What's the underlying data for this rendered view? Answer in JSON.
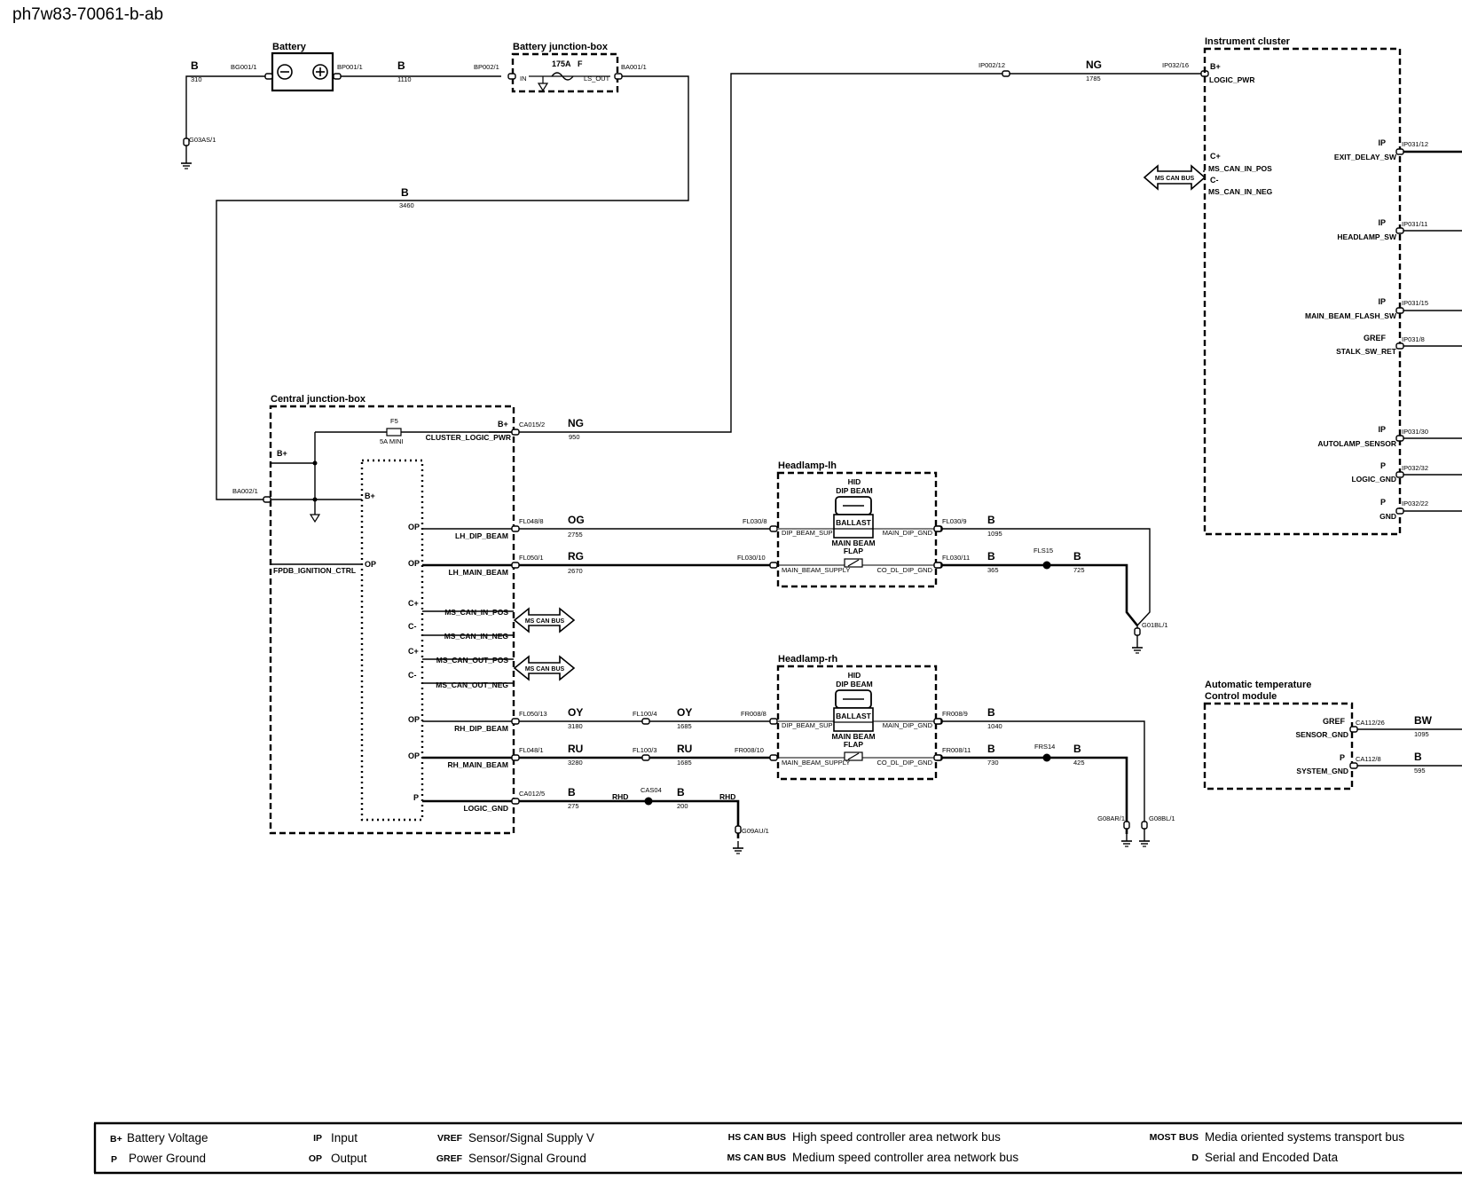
{
  "diagram_id": "ph7w83-70061-b-ab",
  "components": {
    "battery": "Battery",
    "battery_jb": "Battery junction-box",
    "cjb": "Central junction-box",
    "cluster": "Instrument cluster",
    "headlamp_lh": "Headlamp-lh",
    "headlamp_rh": "Headlamp-rh",
    "atc_line1": "Automatic temperature",
    "atc_line2": "Control module"
  },
  "battery_section": {
    "conn_left": "BG001/1",
    "conn_right": "BP001/1",
    "wire1_color": "B",
    "wire1_num": "310",
    "wire2_color": "B",
    "wire2_num": "1110",
    "ground": "G03AS/1",
    "bjb_in_conn": "BP002/1",
    "bjb_in_label": "IN",
    "fuse_rating": "175A",
    "fuse_tag": "F",
    "bjb_out_label": "LS_OUT",
    "bjb_out_conn": "BA001/1",
    "wire3_color": "B",
    "wire3_num": "3460"
  },
  "cluster_section": {
    "feed_conn": "IP002/12",
    "feed_color": "NG",
    "feed_num": "1785",
    "pwr_conn": "IP032/16",
    "pwr_type": "B+",
    "pwr_label": "LOGIC_PWR",
    "can_pos_type": "C+",
    "can_pos": "MS_CAN_IN_POS",
    "can_neg_type": "C-",
    "can_neg": "MS_CAN_IN_NEG",
    "can_bus": "MS CAN BUS",
    "pins": [
      {
        "type": "IP",
        "conn": "IP031/12",
        "label": "EXIT_DELAY_SW"
      },
      {
        "type": "IP",
        "conn": "IP031/11",
        "label": "HEADLAMP_SW"
      },
      {
        "type": "IP",
        "conn": "IP031/15",
        "label": "MAIN_BEAM_FLASH_SW"
      },
      {
        "type": "GREF",
        "conn": "IP031/8",
        "label": "STALK_SW_RET"
      },
      {
        "type": "IP",
        "conn": "IP031/30",
        "label": "AUTOLAMP_SENSOR"
      },
      {
        "type": "P",
        "conn": "IP032/32",
        "label": "LOGIC_GND"
      },
      {
        "type": "P",
        "conn": "IP032/22",
        "label": "GND"
      }
    ]
  },
  "cjb_section": {
    "fuse_id": "F5",
    "fuse_rating": "5A MINI",
    "bplus_left": "B+",
    "bplus_mid": "B+",
    "bplus_top": "B+",
    "feed_conn": "BA002/1",
    "ign_label": "FPDB_IGNITION_CTRL",
    "ign_type": "OP",
    "cluster_label": "CLUSTER_LOGIC_PWR",
    "cluster_conn": "CA015/2",
    "cluster_color": "NG",
    "cluster_num": "950",
    "pins": [
      {
        "type": "OP",
        "label": "LH_DIP_BEAM"
      },
      {
        "type": "OP",
        "label": "LH_MAIN_BEAM"
      },
      {
        "type": "C+",
        "label": "MS_CAN_IN_POS"
      },
      {
        "type": "C-",
        "label": "MS_CAN_IN_NEG"
      },
      {
        "type": "C+",
        "label": "MS_CAN_OUT_POS"
      },
      {
        "type": "C-",
        "label": "MS_CAN_OUT_NEG"
      },
      {
        "type": "OP",
        "label": "RH_DIP_BEAM"
      },
      {
        "type": "OP",
        "label": "RH_MAIN_BEAM"
      },
      {
        "type": "P",
        "label": "LOGIC_GND"
      }
    ],
    "can_bus1": "MS CAN BUS",
    "can_bus2": "MS CAN BUS"
  },
  "lh_wiring": {
    "dip_conn": "FL048/8",
    "dip_color": "OG",
    "dip_num": "2755",
    "dip_lamp_conn": "FL030/8",
    "main_conn": "FL050/1",
    "main_color": "RG",
    "main_num": "2670",
    "main_lamp_conn": "FL030/10",
    "gnd1_conn": "FL030/9",
    "gnd1_color": "B",
    "gnd1_num": "1095",
    "gnd2_conn": "FL030/11",
    "gnd2_color": "B",
    "gnd2_num": "365",
    "splice": "FLS15",
    "splice_color": "B",
    "splice_num": "725",
    "ground": "G01BL/1"
  },
  "rh_wiring": {
    "dip_conn": "FL050/13",
    "dip_color": "OY",
    "dip_num": "3180",
    "dip_inline": "FL100/4",
    "dip_color2": "OY",
    "dip_num2": "1685",
    "dip_lamp_conn": "FR008/8",
    "main_conn": "FL048/1",
    "main_color": "RU",
    "main_num": "3280",
    "main_inline": "FL100/3",
    "main_color2": "RU",
    "main_num2": "1685",
    "main_lamp_conn": "FR008/10",
    "gnd1_conn": "FR008/9",
    "gnd1_color": "B",
    "gnd1_num": "1040",
    "gnd2_conn": "FR008/11",
    "gnd2_color": "B",
    "gnd2_num": "730",
    "splice": "FRS14",
    "splice_color": "B",
    "splice_num": "425",
    "ground1": "G08AR/1",
    "ground2": "G08BL/1"
  },
  "lgnd": {
    "conn": "CA012/5",
    "color": "B",
    "num": "275",
    "rhd1": "RHD",
    "splice": "CAS04",
    "color2": "B",
    "num2": "200",
    "rhd2": "RHD",
    "ground": "G09AU/1"
  },
  "lamp": {
    "hid": "HID",
    "dip_beam": "DIP BEAM",
    "ballast": "BALLAST",
    "main_beam": "MAIN BEAM",
    "flap": "FLAP",
    "dip_supply": "DIP_BEAM_SUP",
    "main_dip_gnd": "MAIN_DIP_GND",
    "main_supply": "MAIN_BEAM_SUPPLY",
    "co_dl_gnd": "CO_DL_DIP_GND"
  },
  "atc": {
    "sensor_type": "GREF",
    "sensor_conn": "CA112/26",
    "sensor_label": "SENSOR_GND",
    "sensor_color": "BW",
    "sensor_num": "1095",
    "system_type": "P",
    "system_conn": "CA112/8",
    "system_label": "SYSTEM_GND",
    "system_color": "B",
    "system_num": "595"
  },
  "legend": [
    {
      "code": "B+",
      "text": "Battery Voltage"
    },
    {
      "code": "P",
      "text": "Power Ground"
    },
    {
      "code": "IP",
      "text": "Input"
    },
    {
      "code": "OP",
      "text": "Output"
    },
    {
      "code": "VREF",
      "text": "Sensor/Signal Supply V"
    },
    {
      "code": "GREF",
      "text": "Sensor/Signal Ground"
    },
    {
      "code": "HS CAN BUS",
      "text": "High speed controller area network bus"
    },
    {
      "code": "MS CAN BUS",
      "text": "Medium speed controller area network bus"
    },
    {
      "code": "MOST BUS",
      "text": "Media oriented systems transport bus"
    },
    {
      "code": "D",
      "text": "Serial and Encoded Data"
    }
  ]
}
